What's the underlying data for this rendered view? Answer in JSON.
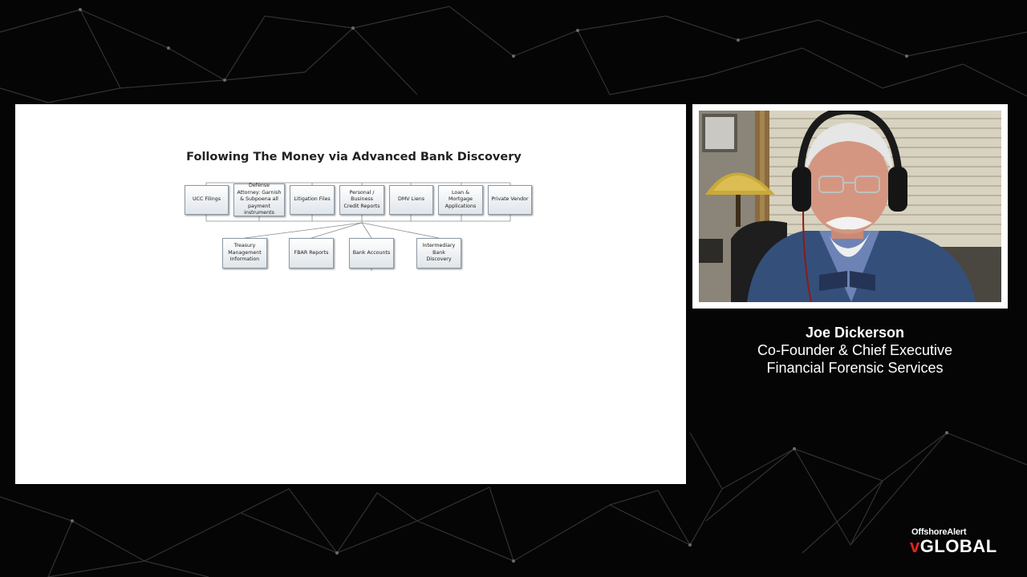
{
  "slide": {
    "title": "Following The Money via Advanced Bank Discovery",
    "top_row": [
      "UCC Filings",
      "Defense Attorney: Garnish & Subpoena all payment instruments",
      "Litigation Files",
      "Personal / Business Credit Reports",
      "DMV Liens",
      "Loan & Mortgage Applications",
      "Private Vendor"
    ],
    "bottom_row": [
      "Treasury Management Information",
      "FBAR Reports",
      "Bank Accounts",
      "Intermediary Bank Discovery"
    ]
  },
  "speaker": {
    "name": "Joe Dickerson",
    "title": "Co-Founder & Chief Executive",
    "company": "Financial Forensic Services"
  },
  "logo": {
    "top": "OffshoreAlert",
    "v": "v",
    "rest": "GLOBAL",
    "accent_color": "#e2231a"
  }
}
